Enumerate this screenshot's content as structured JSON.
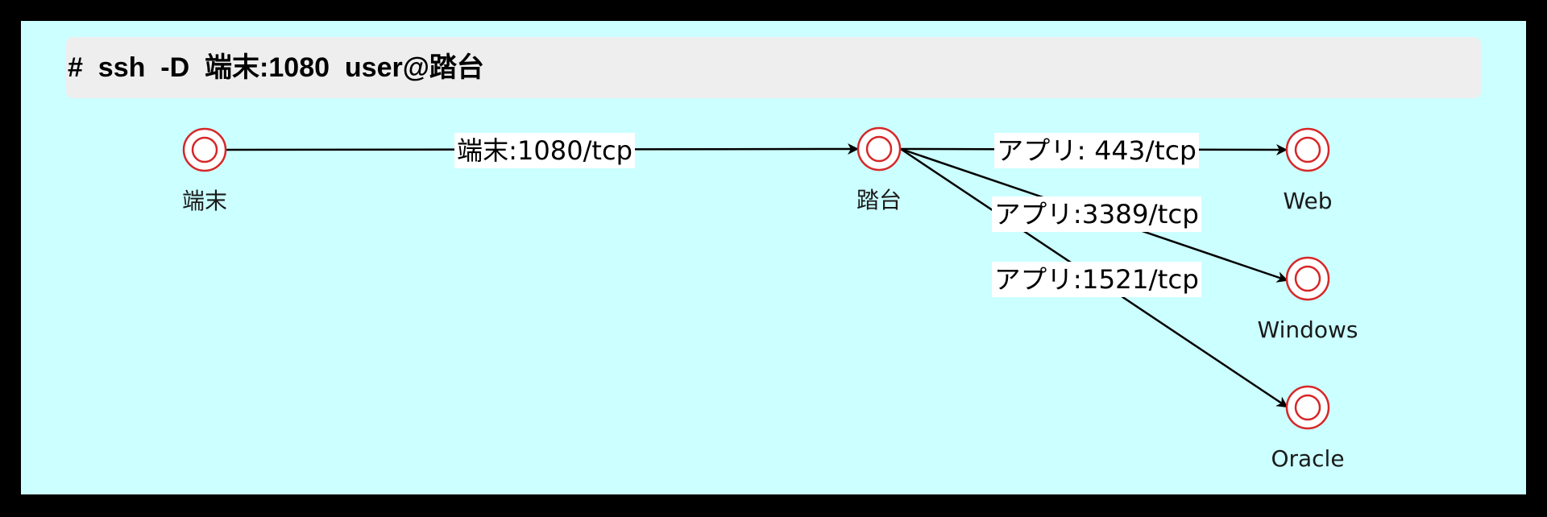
{
  "command": "#  ssh  -D  端末:1080  user@踏台",
  "colors": {
    "background": "#ccffff",
    "frame": "#000000",
    "command_bar": "#eeeeee",
    "node_stroke": "#d62728",
    "edge": "#000000"
  },
  "nodes": [
    {
      "id": "terminal",
      "label": "端末",
      "icon": "double-circle-icon"
    },
    {
      "id": "bastion",
      "label": "踏台",
      "icon": "double-circle-icon"
    },
    {
      "id": "web",
      "label": "Web",
      "icon": "double-circle-icon"
    },
    {
      "id": "windows",
      "label": "Windows",
      "icon": "double-circle-icon"
    },
    {
      "id": "oracle",
      "label": "Oracle",
      "icon": "double-circle-icon"
    }
  ],
  "edges": [
    {
      "from": "terminal",
      "to": "bastion",
      "label": "端末:1080/tcp"
    },
    {
      "from": "bastion",
      "to": "web",
      "label": "アプリ: 443/tcp"
    },
    {
      "from": "bastion",
      "to": "windows",
      "label": "アプリ:3389/tcp"
    },
    {
      "from": "bastion",
      "to": "oracle",
      "label": "アプリ:1521/tcp"
    }
  ]
}
